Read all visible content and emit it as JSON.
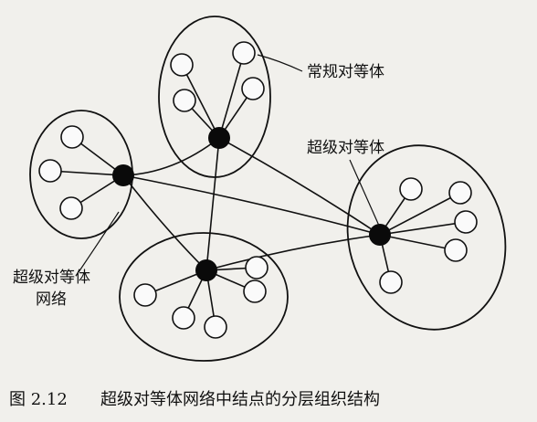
{
  "labels": {
    "regular_peer": "常规对等体",
    "super_peer": "超级对等体",
    "super_peer_network_line1": "超级对等体",
    "super_peer_network_line2": "网络"
  },
  "caption": {
    "number": "图 2.12",
    "title": "超级对等体网络中结点的分层组织结构"
  },
  "colors": {
    "ink": "#111111",
    "paper": "#f1f0ec"
  },
  "structure": {
    "clusters": [
      {
        "id": "top",
        "regular_peers": 4
      },
      {
        "id": "left",
        "regular_peers": 3
      },
      {
        "id": "bottom",
        "regular_peers": 5
      },
      {
        "id": "right",
        "regular_peers": 5
      }
    ],
    "super_peer_links": [
      [
        "left",
        "top"
      ],
      [
        "left",
        "right"
      ],
      [
        "left",
        "bottom"
      ],
      [
        "top",
        "right"
      ],
      [
        "top",
        "bottom"
      ],
      [
        "bottom",
        "right"
      ]
    ]
  }
}
